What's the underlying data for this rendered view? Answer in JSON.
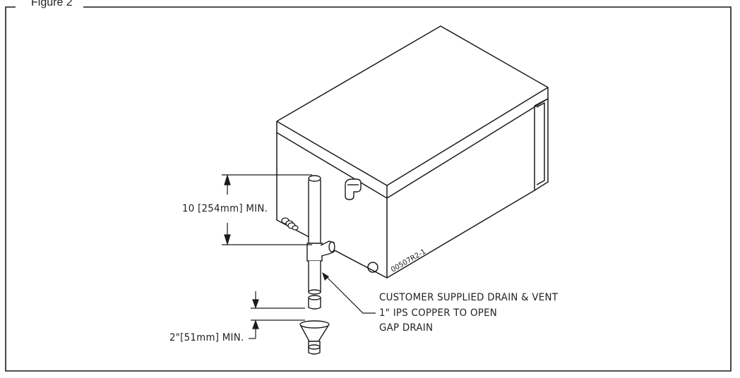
{
  "figure": {
    "title": "Figure 2"
  },
  "labels": {
    "height_min": "10 [254mm] MIN.",
    "gap_min": "2\"[51mm] MIN.",
    "drain_line1": "CUSTOMER SUPPLIED DRAIN & VENT",
    "drain_line2": "1\" IPS COPPER TO OPEN",
    "drain_line3": "GAP DRAIN",
    "part_number": "00507R2-1"
  },
  "colors": {
    "line": "#1a1a1a",
    "background": "#ffffff"
  }
}
